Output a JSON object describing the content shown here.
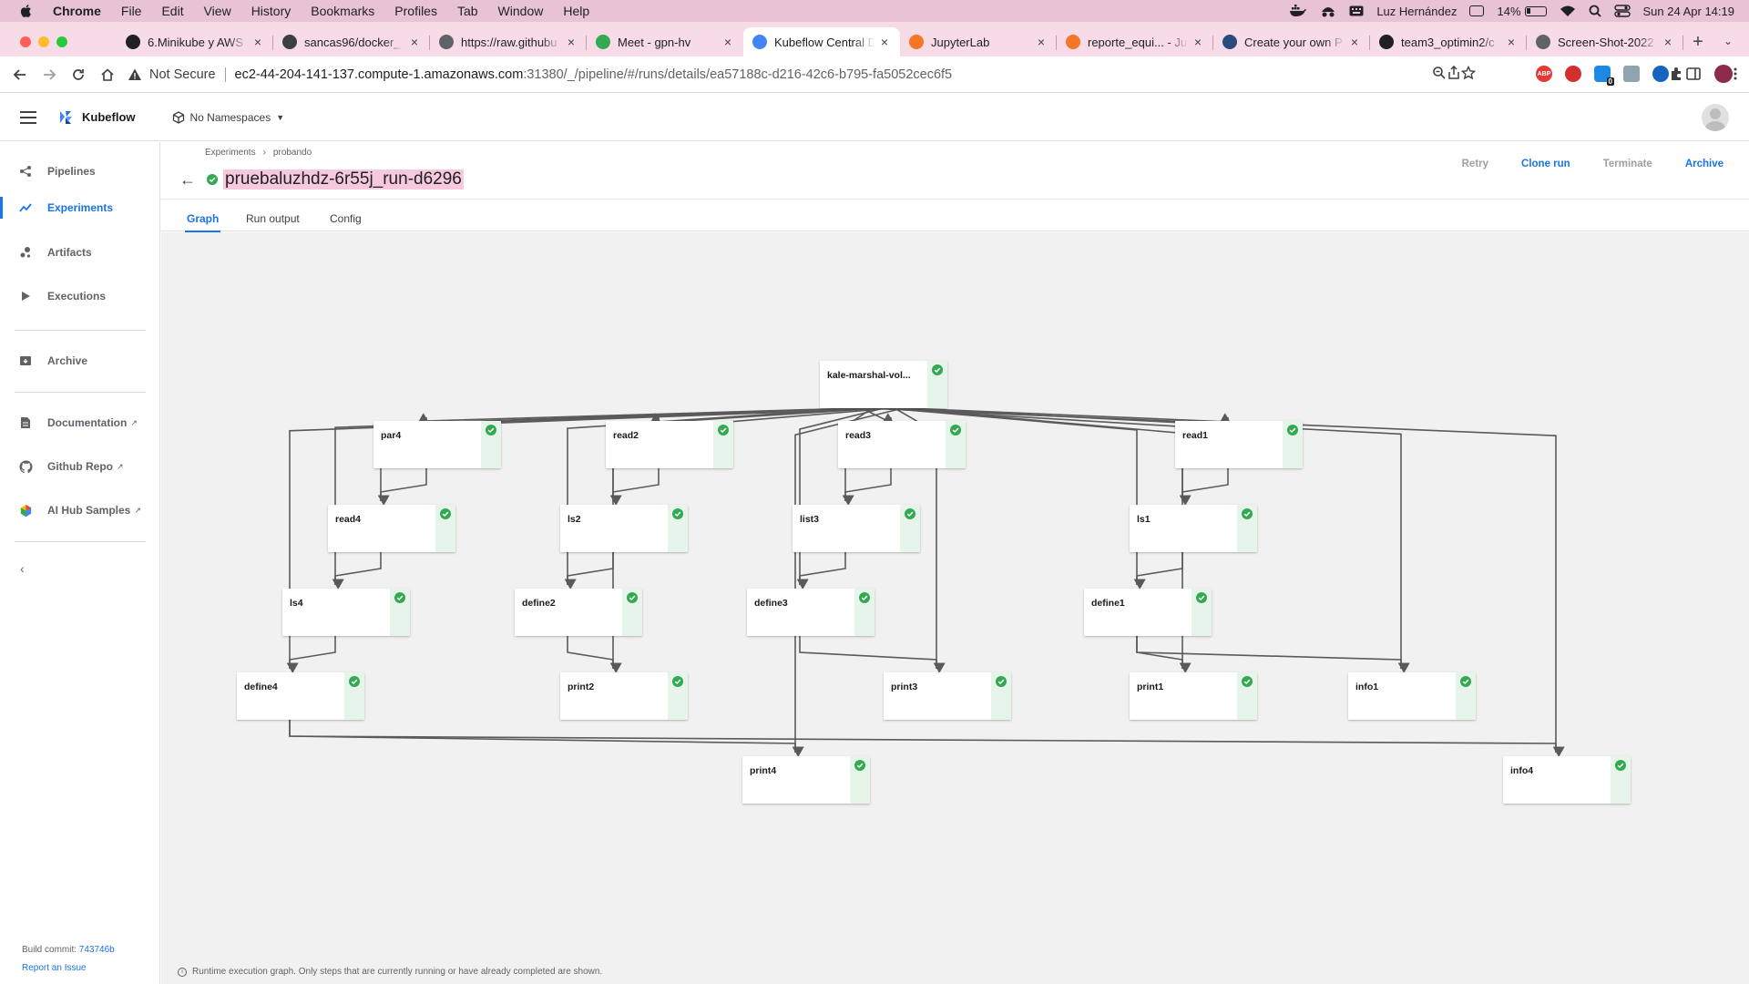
{
  "mac": {
    "app_name": "Chrome",
    "menus": [
      "File",
      "Edit",
      "View",
      "History",
      "Bookmarks",
      "Profiles",
      "Tab",
      "Window",
      "Help"
    ],
    "user": "Luz Hernández",
    "battery": "14%",
    "clock": "Sun 24 Apr  14:19"
  },
  "browser": {
    "tabs": [
      {
        "title": "6.Minikube y AWS",
        "favicon_color": "#202124"
      },
      {
        "title": "sancas96/docker_",
        "favicon_color": "#3c4043"
      },
      {
        "title": "https://raw.githubu",
        "favicon_color": "#5f6368"
      },
      {
        "title": "Meet - gpn-hv",
        "favicon_color": "#34a853"
      },
      {
        "title": "Kubeflow Central D",
        "favicon_color": "#4285f4"
      },
      {
        "title": "JupyterLab",
        "favicon_color": "#f37726"
      },
      {
        "title": "reporte_equi... - Ju",
        "favicon_color": "#f37726"
      },
      {
        "title": "Create your own P",
        "favicon_color": "#2b4b7e"
      },
      {
        "title": "team3_optimin2/c",
        "favicon_color": "#202124"
      },
      {
        "title": "Screen-Shot-2022",
        "favicon_color": "#5f6368"
      }
    ],
    "active_tab": 4,
    "url_security": "Not Secure",
    "url_host": "ec2-44-204-141-137.compute-1.amazonaws.com",
    "url_path": ":31380/_/pipeline/#/runs/details/ea57188c-d216-42c6-b795-fa5052cec6f5",
    "ext_badge": "0"
  },
  "kubeflow": {
    "brand": "Kubeflow",
    "namespace": "No Namespaces"
  },
  "sidebar": {
    "items": [
      {
        "label": "Pipelines",
        "icon": "pipelines-icon"
      },
      {
        "label": "Experiments",
        "icon": "experiments-icon"
      },
      {
        "label": "Artifacts",
        "icon": "artifacts-icon"
      },
      {
        "label": "Executions",
        "icon": "executions-icon"
      },
      {
        "label": "Archive",
        "icon": "archive-icon"
      },
      {
        "label": "Documentation",
        "icon": "documentation-icon"
      },
      {
        "label": "Github Repo",
        "icon": "github-icon"
      },
      {
        "label": "AI Hub Samples",
        "icon": "ai-hub-icon"
      }
    ],
    "active": "Experiments",
    "build_label": "Build commit:",
    "build_commit": "743746b",
    "report_issue": "Report an Issue"
  },
  "run": {
    "breadcrumb": [
      "Experiments",
      "probando"
    ],
    "title": "pruebaluzhdz-6r55j_run-d6296",
    "status": "succeeded",
    "actions": [
      {
        "label": "Retry",
        "enabled": false
      },
      {
        "label": "Clone run",
        "enabled": true
      },
      {
        "label": "Terminate",
        "enabled": false
      },
      {
        "label": "Archive",
        "enabled": true
      }
    ],
    "tabs": [
      "Graph",
      "Run output",
      "Config"
    ],
    "active_tab": "Graph"
  },
  "graph": {
    "nodes": [
      {
        "id": "kale-marshal-vol...",
        "status": "succeeded"
      },
      {
        "id": "par4",
        "status": "succeeded"
      },
      {
        "id": "read2",
        "status": "succeeded"
      },
      {
        "id": "read3",
        "status": "succeeded"
      },
      {
        "id": "read1",
        "status": "succeeded"
      },
      {
        "id": "read4",
        "status": "succeeded"
      },
      {
        "id": "ls2",
        "status": "succeeded"
      },
      {
        "id": "list3",
        "status": "succeeded"
      },
      {
        "id": "ls1",
        "status": "succeeded"
      },
      {
        "id": "ls4",
        "status": "succeeded"
      },
      {
        "id": "define2",
        "status": "succeeded"
      },
      {
        "id": "define3",
        "status": "succeeded"
      },
      {
        "id": "define1",
        "status": "succeeded"
      },
      {
        "id": "define4",
        "status": "succeeded"
      },
      {
        "id": "print2",
        "status": "succeeded"
      },
      {
        "id": "print3",
        "status": "succeeded"
      },
      {
        "id": "print1",
        "status": "succeeded"
      },
      {
        "id": "info1",
        "status": "succeeded"
      },
      {
        "id": "print4",
        "status": "succeeded"
      },
      {
        "id": "info4",
        "status": "succeeded"
      }
    ],
    "edges": [
      [
        "kale-marshal-vol...",
        "par4"
      ],
      [
        "kale-marshal-vol...",
        "read2"
      ],
      [
        "kale-marshal-vol...",
        "read3"
      ],
      [
        "kale-marshal-vol...",
        "read1"
      ],
      [
        "kale-marshal-vol...",
        "read4"
      ],
      [
        "kale-marshal-vol...",
        "ls2"
      ],
      [
        "kale-marshal-vol...",
        "list3"
      ],
      [
        "kale-marshal-vol...",
        "ls1"
      ],
      [
        "kale-marshal-vol...",
        "ls4"
      ],
      [
        "kale-marshal-vol...",
        "define2"
      ],
      [
        "kale-marshal-vol...",
        "define3"
      ],
      [
        "kale-marshal-vol...",
        "define1"
      ],
      [
        "kale-marshal-vol...",
        "define4"
      ],
      [
        "kale-marshal-vol...",
        "print2"
      ],
      [
        "kale-marshal-vol...",
        "print3"
      ],
      [
        "kale-marshal-vol...",
        "print1"
      ],
      [
        "kale-marshal-vol...",
        "info1"
      ],
      [
        "kale-marshal-vol...",
        "print4"
      ],
      [
        "kale-marshal-vol...",
        "info4"
      ],
      [
        "par4",
        "read4"
      ],
      [
        "read4",
        "ls4"
      ],
      [
        "ls4",
        "define4"
      ],
      [
        "define4",
        "print4"
      ],
      [
        "define4",
        "info4"
      ],
      [
        "read2",
        "ls2"
      ],
      [
        "ls2",
        "define2"
      ],
      [
        "define2",
        "print2"
      ],
      [
        "read3",
        "list3"
      ],
      [
        "list3",
        "define3"
      ],
      [
        "define3",
        "print3"
      ],
      [
        "read1",
        "ls1"
      ],
      [
        "ls1",
        "define1"
      ],
      [
        "define1",
        "print1"
      ],
      [
        "define1",
        "info1"
      ]
    ],
    "footer": "Runtime execution graph. Only steps that are currently running or have already completed are shown."
  },
  "colors": {
    "accent": "#1a73e8",
    "success": "#34a853",
    "success_bg": "#e6f4ea",
    "title_highlight": "#f6c9dd"
  }
}
